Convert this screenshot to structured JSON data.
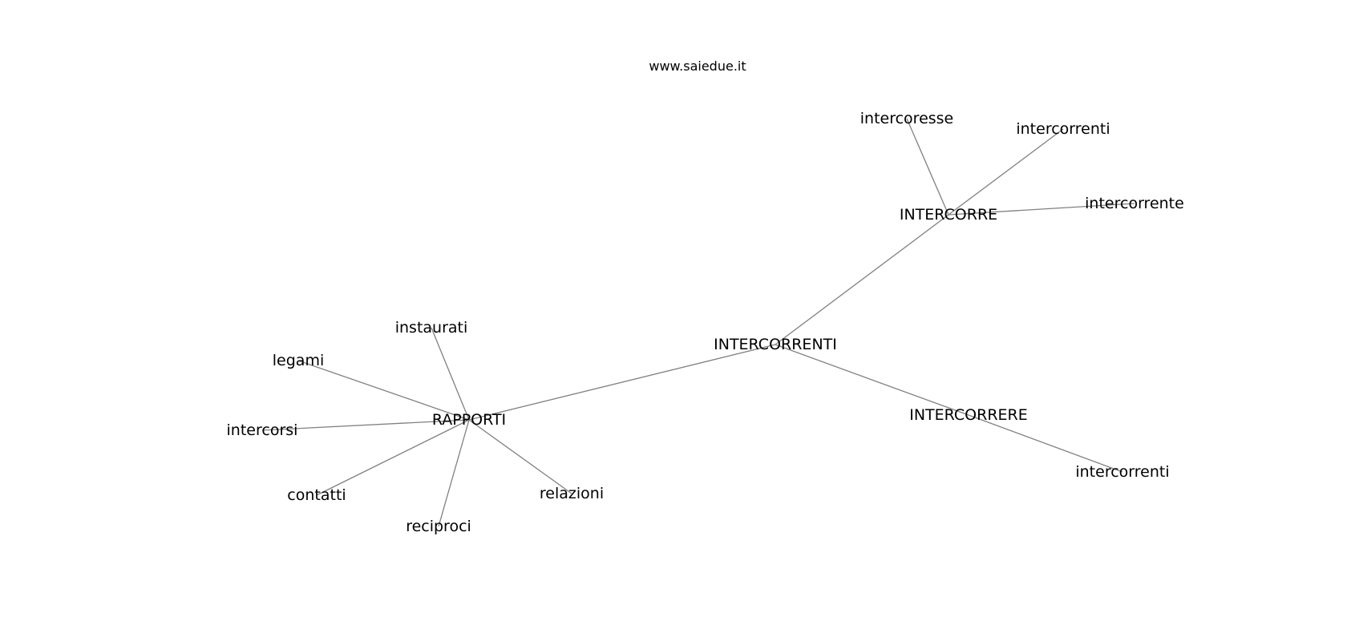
{
  "header": {
    "site": "www.saiedue.it"
  },
  "graph": {
    "nodes": [
      {
        "id": "intercorrenti_center",
        "label": "INTERCORRENTI"
      },
      {
        "id": "rapporti",
        "label": "RAPPORTI"
      },
      {
        "id": "intercorre",
        "label": "INTERCORRE"
      },
      {
        "id": "intercorrere",
        "label": "INTERCORRERE"
      },
      {
        "id": "instaurati",
        "label": "instaurati"
      },
      {
        "id": "legami",
        "label": "legami"
      },
      {
        "id": "intercorsi",
        "label": "intercorsi"
      },
      {
        "id": "contatti",
        "label": "contatti"
      },
      {
        "id": "reciproci",
        "label": "reciproci"
      },
      {
        "id": "relazioni",
        "label": "relazioni"
      },
      {
        "id": "intercoresse",
        "label": "intercoresse"
      },
      {
        "id": "intercorrenti_top",
        "label": "intercorrenti"
      },
      {
        "id": "intercorrente",
        "label": "intercorrente"
      },
      {
        "id": "intercorrenti_bottom",
        "label": "intercorrenti"
      }
    ],
    "edges": [
      [
        "intercorrenti_center",
        "rapporti"
      ],
      [
        "intercorrenti_center",
        "intercorre"
      ],
      [
        "intercorrenti_center",
        "intercorrere"
      ],
      [
        "rapporti",
        "instaurati"
      ],
      [
        "rapporti",
        "legami"
      ],
      [
        "rapporti",
        "intercorsi"
      ],
      [
        "rapporti",
        "contatti"
      ],
      [
        "rapporti",
        "reciproci"
      ],
      [
        "rapporti",
        "relazioni"
      ],
      [
        "intercorre",
        "intercoresse"
      ],
      [
        "intercorre",
        "intercorrenti_top"
      ],
      [
        "intercorre",
        "intercorrente"
      ],
      [
        "intercorrere",
        "intercorrenti_bottom"
      ]
    ]
  }
}
